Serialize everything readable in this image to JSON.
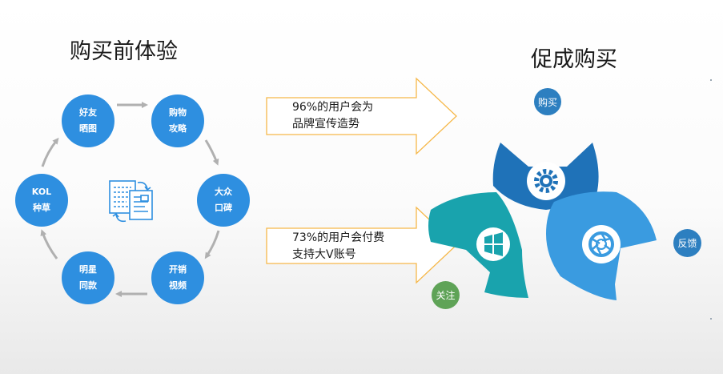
{
  "left": {
    "title": "购买前体验",
    "cycle_nodes": [
      {
        "line1": "好友",
        "line2": "晒图"
      },
      {
        "line1": "购物",
        "line2": "攻略"
      },
      {
        "line1": "大众",
        "line2": "口碑"
      },
      {
        "line1": "开销",
        "line2": "视频"
      },
      {
        "line1": "明星",
        "line2": "同款"
      },
      {
        "line1": "KOL",
        "line2": "种草"
      }
    ],
    "center_icon": "document-exchange-icon"
  },
  "middle": {
    "arrow_top": {
      "line1": "96%的用户会为",
      "line2": "品牌宣传造势"
    },
    "arrow_bottom": {
      "line1": "73%的用户会付费",
      "line2": "支持大V账号"
    }
  },
  "right": {
    "title": "促成购买",
    "tags": {
      "buy": "购买",
      "feedback": "反馈",
      "follow": "关注"
    },
    "petal_icons": [
      "gear-icon",
      "windows-logo-icon",
      "aperture-icon"
    ]
  },
  "colors": {
    "node_blue": "#2e8fe0",
    "petal_dark_blue": "#1f72b8",
    "petal_teal": "#19a3ad",
    "petal_light_blue": "#3a9be0",
    "tag_blue": "#2d7fc0",
    "tag_green": "#5fa357",
    "arrow_outline": "#f6b84a",
    "cycle_arrow_gray": "#b0b0b0"
  }
}
